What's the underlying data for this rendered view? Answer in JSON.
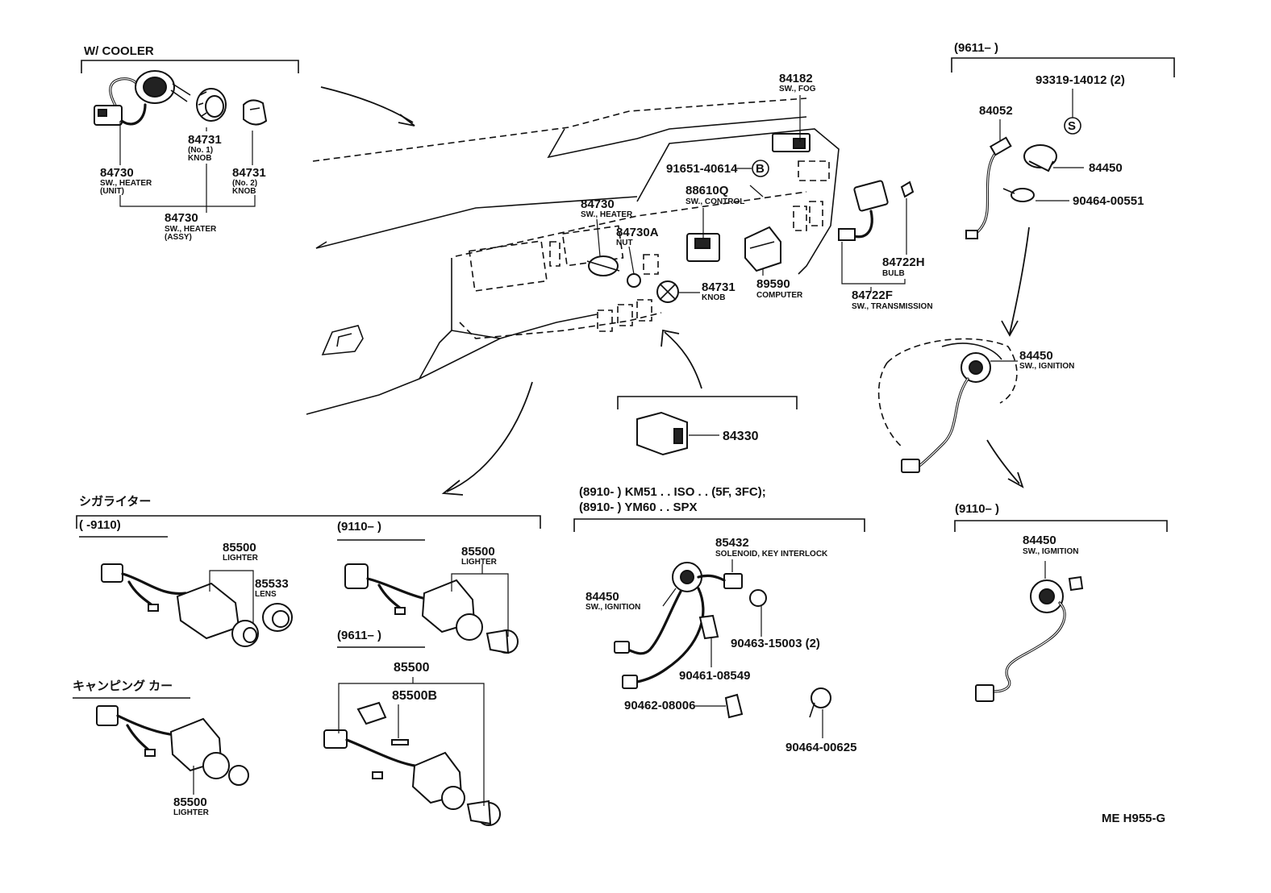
{
  "sections": {
    "w_cooler": "W/ COOLER",
    "ign_9611": "(9611–         )",
    "cigar_lighter_jp": "シガライター",
    "range_to_9110": "(        -9110)",
    "range_9110_mid": "(9110–        )",
    "range_9611_mid": "(9611–        )",
    "camping_car_jp": "キャンピング  カー",
    "km51_line1": "(8910-         ) KM51 . . ISO . . (5F, 3FC);",
    "km51_line2": "(8910-         ) YM60 . . SPX",
    "ign_9110": "(9110–        )"
  },
  "labels": {
    "p84730_unit": "84730",
    "p84730_unit_sub1": "SW., HEATER",
    "p84730_unit_sub2": "(UNIT)",
    "p84731_no1": "84731",
    "p84731_no1_sub1": "(No. 1)",
    "p84731_no1_sub2": "KNOB",
    "p84731_no2": "84731",
    "p84731_no2_sub1": "(No. 2)",
    "p84731_no2_sub2": "KNOB",
    "p84730_assy": "84730",
    "p84730_assy_sub1": "SW., HEATER",
    "p84730_assy_sub2": "(ASSY)",
    "p84182": "84182",
    "p84182_sub": "SW., FOG",
    "p91651": "91651-40614",
    "marker_b": "B",
    "p88610q": "88610Q",
    "p88610q_sub": "SW., CONTROL",
    "p84730_heater": "84730",
    "p84730_heater_sub": "SW., HEATER",
    "p84730a": "84730A",
    "p84730a_sub": "NUT",
    "p84731_knob": "84731",
    "p84731_knob_sub": "KNOB",
    "p89590": "89590",
    "p89590_sub": "COMPUTER",
    "p84722h": "84722H",
    "p84722h_sub": "BULB",
    "p84722f": "84722F",
    "p84722f_sub": "SW., TRANSMISSION",
    "p93319": "93319-14012 (2)",
    "marker_s": "S",
    "p84052": "84052",
    "p84450_top": "84450",
    "p90464_00551": "90464-00551",
    "p84450_mid": "84450",
    "p84450_mid_sub": "SW., IGNITION",
    "p84330": "84330",
    "p85500_a": "85500",
    "p85500_a_sub": "LIGHTER",
    "p85533": "85533",
    "p85533_sub": "LENS",
    "p85500_b": "85500",
    "p85500_b_sub": "LIGHTER",
    "p85500_c": "85500",
    "p85500b": "85500B",
    "p85500_d": "85500",
    "p85500_d_sub": "LIGHTER",
    "p85432": "85432",
    "p85432_sub": "SOLENOID, KEY INTERLOCK",
    "p84450_km": "84450",
    "p84450_km_sub": "SW., IGNITION",
    "p90463": "90463-15003 (2)",
    "p90461": "90461-08549",
    "p90462": "90462-08006",
    "p90464_00625": "90464-00625",
    "p84450_bot": "84450",
    "p84450_bot_sub": "SW., IGMITION",
    "ref_code": "ME   H955-G"
  }
}
